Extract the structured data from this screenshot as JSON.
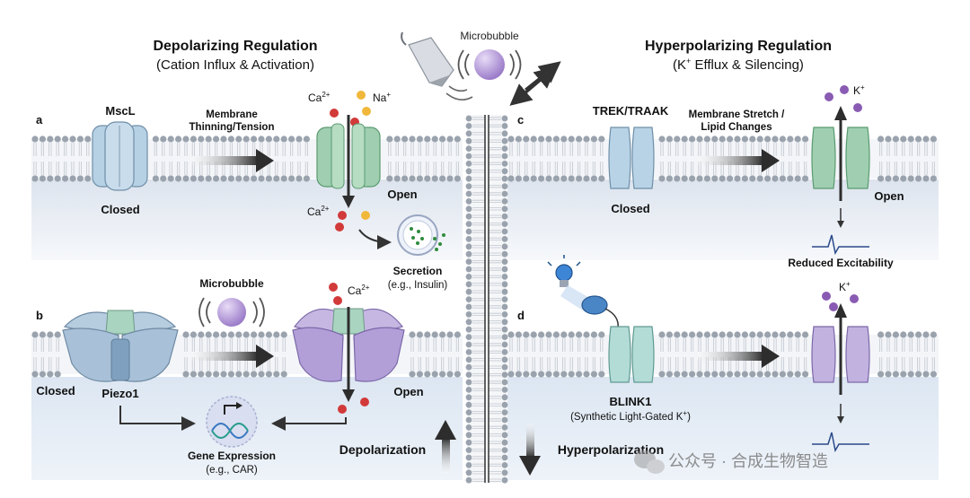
{
  "left_panel": {
    "title": "Depolarizing Regulation",
    "subtitle": "(Cation Influx & Activation)",
    "a": {
      "label": "a",
      "channel_name": "MscL",
      "arrow_text_1": "Membrane",
      "arrow_text_2": "Thinning/Tension",
      "ion_ca_top": "Ca",
      "ion_na_top": "Na",
      "state_closed": "Closed",
      "state_open": "Open",
      "ion_ca_bottom": "Ca",
      "secretion_label": "Secretion",
      "secretion_example": "(e.g., Insulin)"
    },
    "b": {
      "label": "b",
      "microbubble": "Microbubble",
      "ion_ca": "Ca",
      "state_closed": "Closed",
      "channel_name": "Piezo1",
      "state_open": "Open",
      "gene_label": "Gene Expression",
      "gene_example": "(e.g., CAR)"
    },
    "depolarization": "Depolarization"
  },
  "center": {
    "microbubble": "Microbubble"
  },
  "right_panel": {
    "title": "Hyperpolarizing Regulation",
    "subtitle_pre": "(K",
    "subtitle_post": " Efflux & Silencing)",
    "c": {
      "label": "c",
      "channel_name": "TREK/TRAAK",
      "arrow_text_1": "Membrane Stretch /",
      "arrow_text_2": "Lipid Changes",
      "ion_k": "K",
      "state_closed": "Closed",
      "state_open": "Open",
      "reduced": "Reduced Excitability"
    },
    "d": {
      "label": "d",
      "ion_k": "K",
      "channel_name": "BLINK1",
      "channel_desc": "(Synthetic Light-Gated K",
      "channel_desc_end": ")"
    },
    "hyperpolarization": "Hyperpolarization"
  },
  "superscripts": {
    "plus": "+",
    "two_plus": "2+"
  },
  "watermark": "公众号 · 合成生物智造",
  "colors": {
    "membrane_head": "#9aa3ad",
    "cytoplasm_top": "#e3e9f1",
    "green_channel": "#9fcfb0",
    "blue_channel": "#b9d3e6",
    "purple_channel": "#b9a7db",
    "ca_ion": "#d23a3a",
    "na_ion": "#f0b73a",
    "k_ion": "#8a5bb3",
    "arrow": "#333333"
  }
}
